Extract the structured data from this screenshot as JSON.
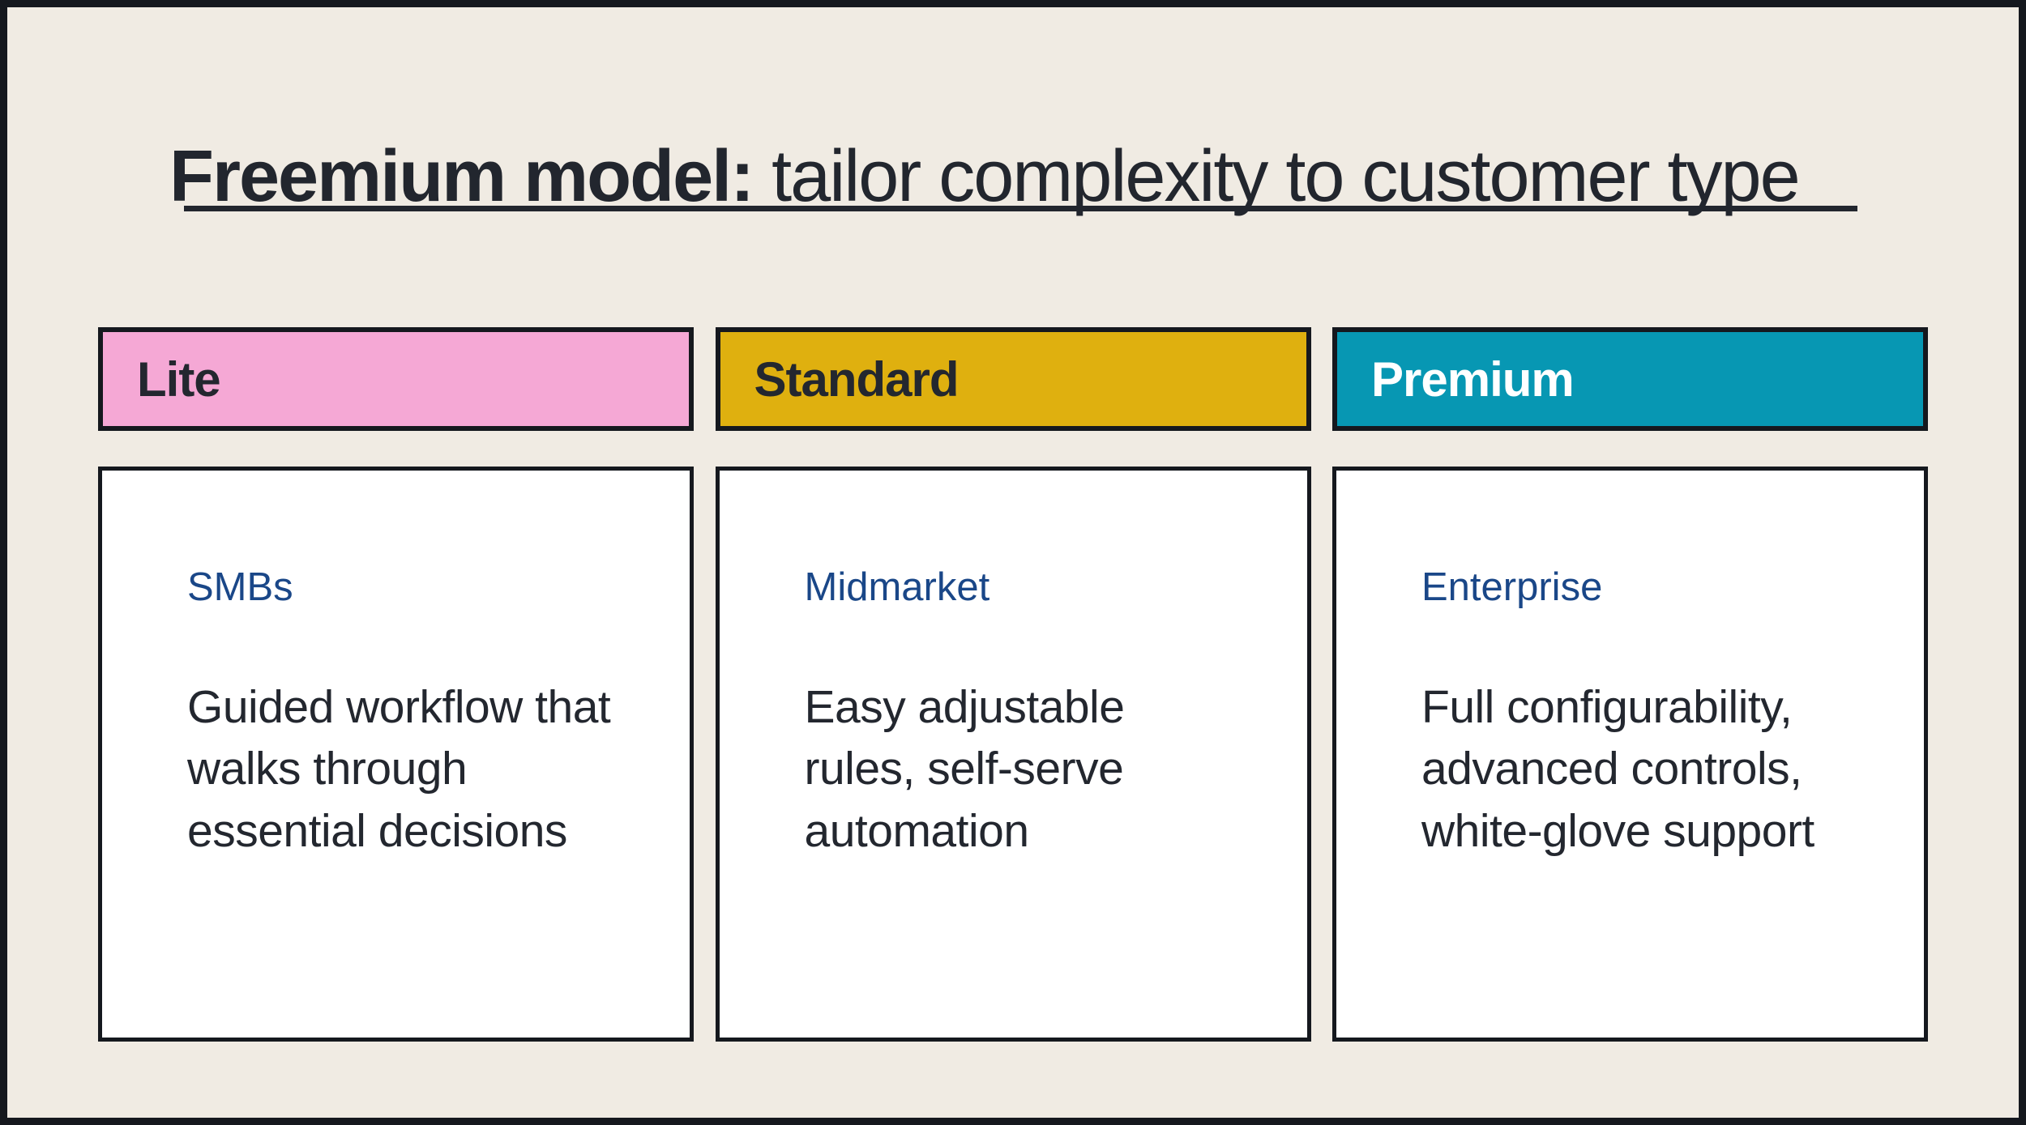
{
  "slide": {
    "title_bold": "Freemium model:",
    "title_regular": " tailor complexity to customer type",
    "columns": [
      {
        "tier": "Lite",
        "segment": "SMBs",
        "description": "Guided workflow that walks through essential decisions"
      },
      {
        "tier": "Standard",
        "segment": "Midmarket",
        "description": "Easy adjustable rules, self-serve automation"
      },
      {
        "tier": "Premium",
        "segment": "Enterprise",
        "description": "Full configurability, advanced controls, white-glove support"
      }
    ],
    "colors": {
      "background": "#F0EBE3",
      "frame": "#15181E",
      "text_dark": "#23272F",
      "segment_blue": "#1A4788",
      "card_background": "#FFFFFF",
      "lite_header": "#F5A8D5",
      "standard_header": "#DFB00F",
      "premium_header": "#0797B3",
      "premium_header_text": "#FFFFFF"
    }
  }
}
